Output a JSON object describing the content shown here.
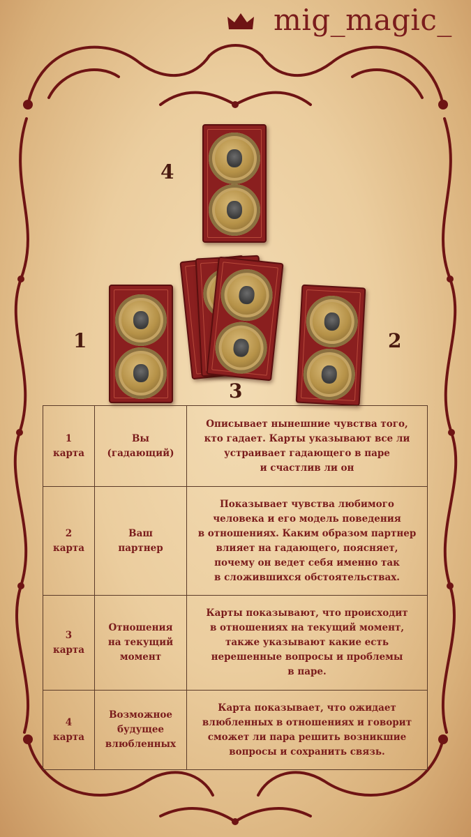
{
  "header": {
    "handle": "mig_magic_"
  },
  "spread": {
    "positions": [
      "1",
      "2",
      "3",
      "4"
    ]
  },
  "table": {
    "rows": [
      {
        "num": "1\nкарта",
        "title": "Вы\n(гадающий)",
        "desc": "Описывает нынешние чувства того,\nкто гадает. Карты указывают все ли\nустраивает гадающего в паре\nи счастлив ли он"
      },
      {
        "num": "2\nкарта",
        "title": "Ваш\nпартнер",
        "desc": "Показывает чувства любимого\nчеловека и его модель поведения\nв отношениях. Каким образом партнер\nвлияет на гадающего, поясняет,\nпочему он ведет себя именно так\nв сложившихся обстоятельствах."
      },
      {
        "num": "3\nкарта",
        "title": "Отношения\nна текущий\nмомент",
        "desc": "Карты показывают, что происходит\nв отношениях на текущий момент,\nтакже указывают какие есть\nнерешенные вопросы и проблемы\nв паре."
      },
      {
        "num": "4\nкарта",
        "title": "Возможное\nбудущее\nвлюбленных",
        "desc": "Карта показывает, что ожидает\nвлюбленных в отношениях и говорит\nсможет ли пара решить возникшие\nвопросы и сохранить связь."
      }
    ]
  },
  "colors": {
    "accent": "#7a1c1c",
    "card": "#8a1f1f",
    "parchment": "#ebcd9e"
  },
  "icons": [
    "crown-icon",
    "ornament-frame",
    "pentacle-coin-icon"
  ]
}
